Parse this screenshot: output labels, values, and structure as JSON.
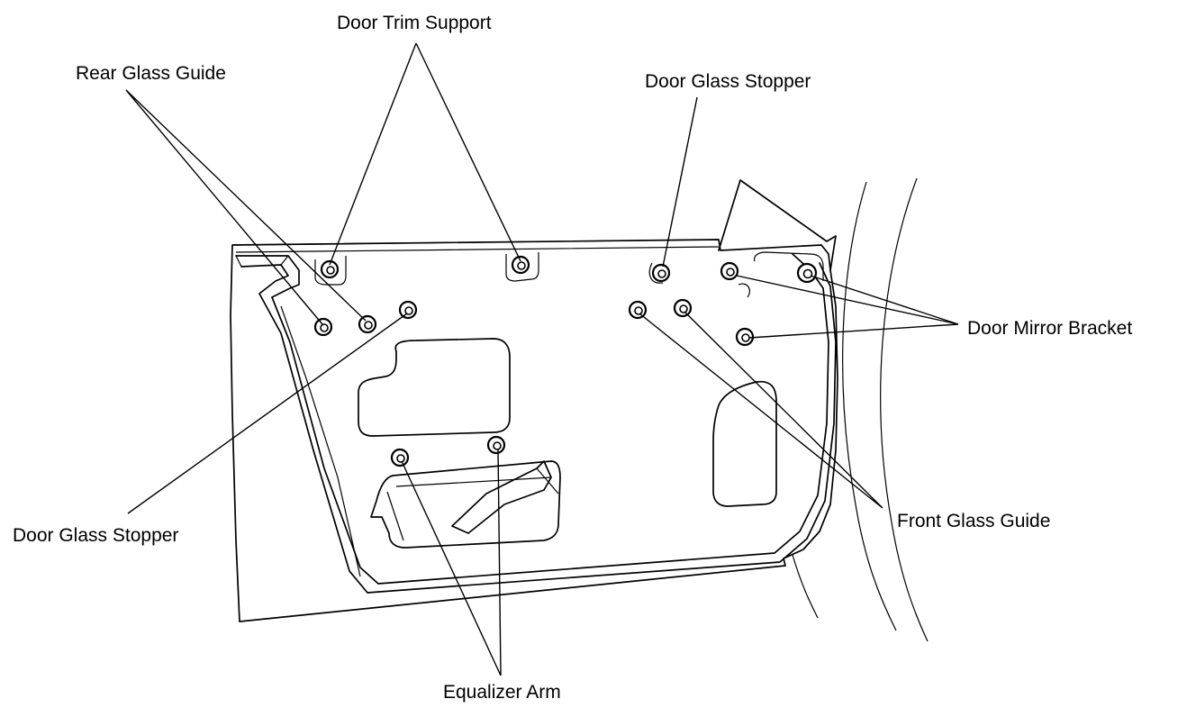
{
  "labels": {
    "door_trim_support": "Door Trim Support",
    "rear_glass_guide": "Rear Glass Guide",
    "door_glass_stopper_upper": "Door Glass Stopper",
    "door_mirror_bracket": "Door Mirror Bracket",
    "door_glass_stopper_lower": "Door Glass Stopper",
    "front_glass_guide": "Front Glass Guide",
    "equalizer_arm": "Equalizer Arm"
  }
}
